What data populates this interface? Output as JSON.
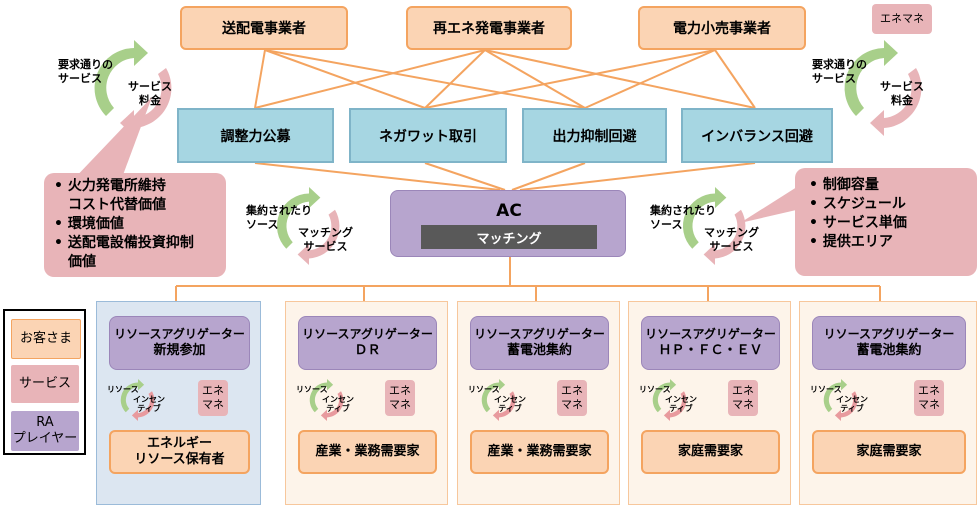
{
  "top_entities": [
    "送配電事業者",
    "再エネ発電事業者",
    "電力小売事業者"
  ],
  "top_badge": "エネマネ",
  "services": [
    "調整力公募",
    "ネガワット取引",
    "出力抑制回避",
    "インバランス回避"
  ],
  "cycle_top": {
    "left_label": "要求通りの\nサービス",
    "right_label": "サービス\n料金"
  },
  "cycle_mid": {
    "left_label": "集約されたり\nソース",
    "right_label": "マッチング\nサービス"
  },
  "cycle_small": {
    "left_label": "リソース",
    "right_label": "インセン\nティブ"
  },
  "value_callout": [
    {
      "text": "火力発電所維持",
      "bullet": true
    },
    {
      "text": "コスト代替価値",
      "bullet": false
    },
    {
      "text": "環境価値",
      "bullet": true
    },
    {
      "text": "送配電設備投資抑制",
      "bullet": true
    },
    {
      "text": "価値",
      "bullet": false
    }
  ],
  "spec_callout": [
    "制御容量",
    "スケジュール",
    "サービス単価",
    "提供エリア"
  ],
  "ac": {
    "title": "AC",
    "subtitle": "マッチング"
  },
  "columns": [
    {
      "ra_title": "リソースアグリゲーター",
      "ra_sub": "新規参加",
      "enemane": "エネ\nマネ",
      "customer": "エネルギー\nリソース保有者"
    },
    {
      "ra_title": "リソースアグリゲーター",
      "ra_sub": "ＤＲ",
      "enemane": "エネ\nマネ",
      "customer": "産業・業務需要家"
    },
    {
      "ra_title": "リソースアグリゲーター",
      "ra_sub": "蓄電池集約",
      "enemane": "エネ\nマネ",
      "customer": "産業・業務需要家"
    },
    {
      "ra_title": "リソースアグリゲーター",
      "ra_sub": "ＨＰ・ＦＣ・ＥＶ",
      "enemane": "エネ\nマネ",
      "customer": "家庭需要家"
    },
    {
      "ra_title": "リソースアグリゲーター",
      "ra_sub": "蓄電池集約",
      "enemane": "エネ\nマネ",
      "customer": "家庭需要家"
    }
  ],
  "legend": [
    "お客さま",
    "サービス",
    "RA\nプレイヤー"
  ],
  "colors": {
    "orange_fill": "#fbd4b4",
    "orange_border": "#f4a460",
    "service_blue": "#a6d6e2",
    "purple": "#b7a5ce",
    "pink": "#e8b4b8",
    "arrow_green": "#a8cf8a",
    "arrow_red": "#e89a9e"
  }
}
